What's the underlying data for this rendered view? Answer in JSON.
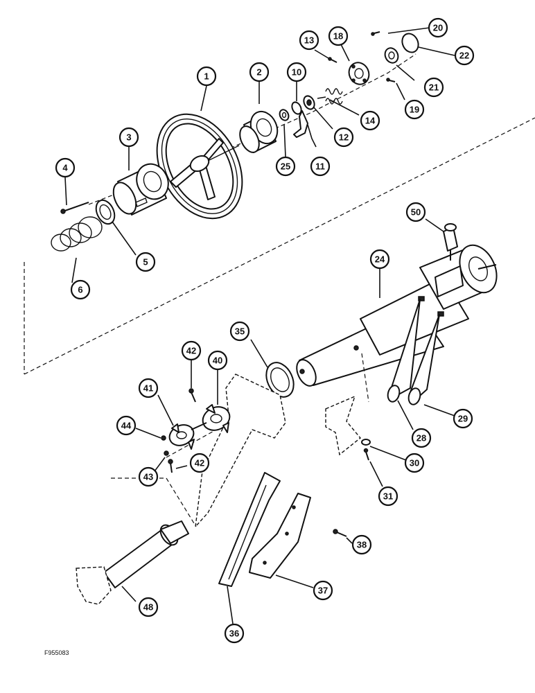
{
  "figure_code": "F955083",
  "callouts": [
    {
      "label": "1"
    },
    {
      "label": "2"
    },
    {
      "label": "3"
    },
    {
      "label": "4"
    },
    {
      "label": "5"
    },
    {
      "label": "6"
    },
    {
      "label": "10"
    },
    {
      "label": "11"
    },
    {
      "label": "12"
    },
    {
      "label": "13"
    },
    {
      "label": "14"
    },
    {
      "label": "18"
    },
    {
      "label": "19"
    },
    {
      "label": "20"
    },
    {
      "label": "21"
    },
    {
      "label": "22"
    },
    {
      "label": "24"
    },
    {
      "label": "25"
    },
    {
      "label": "28"
    },
    {
      "label": "29"
    },
    {
      "label": "30"
    },
    {
      "label": "31"
    },
    {
      "label": "35"
    },
    {
      "label": "36"
    },
    {
      "label": "37"
    },
    {
      "label": "38"
    },
    {
      "label": "40"
    },
    {
      "label": "41"
    },
    {
      "label": "42"
    },
    {
      "label": "42"
    },
    {
      "label": "43"
    },
    {
      "label": "44"
    },
    {
      "label": "48"
    },
    {
      "label": "50"
    }
  ]
}
